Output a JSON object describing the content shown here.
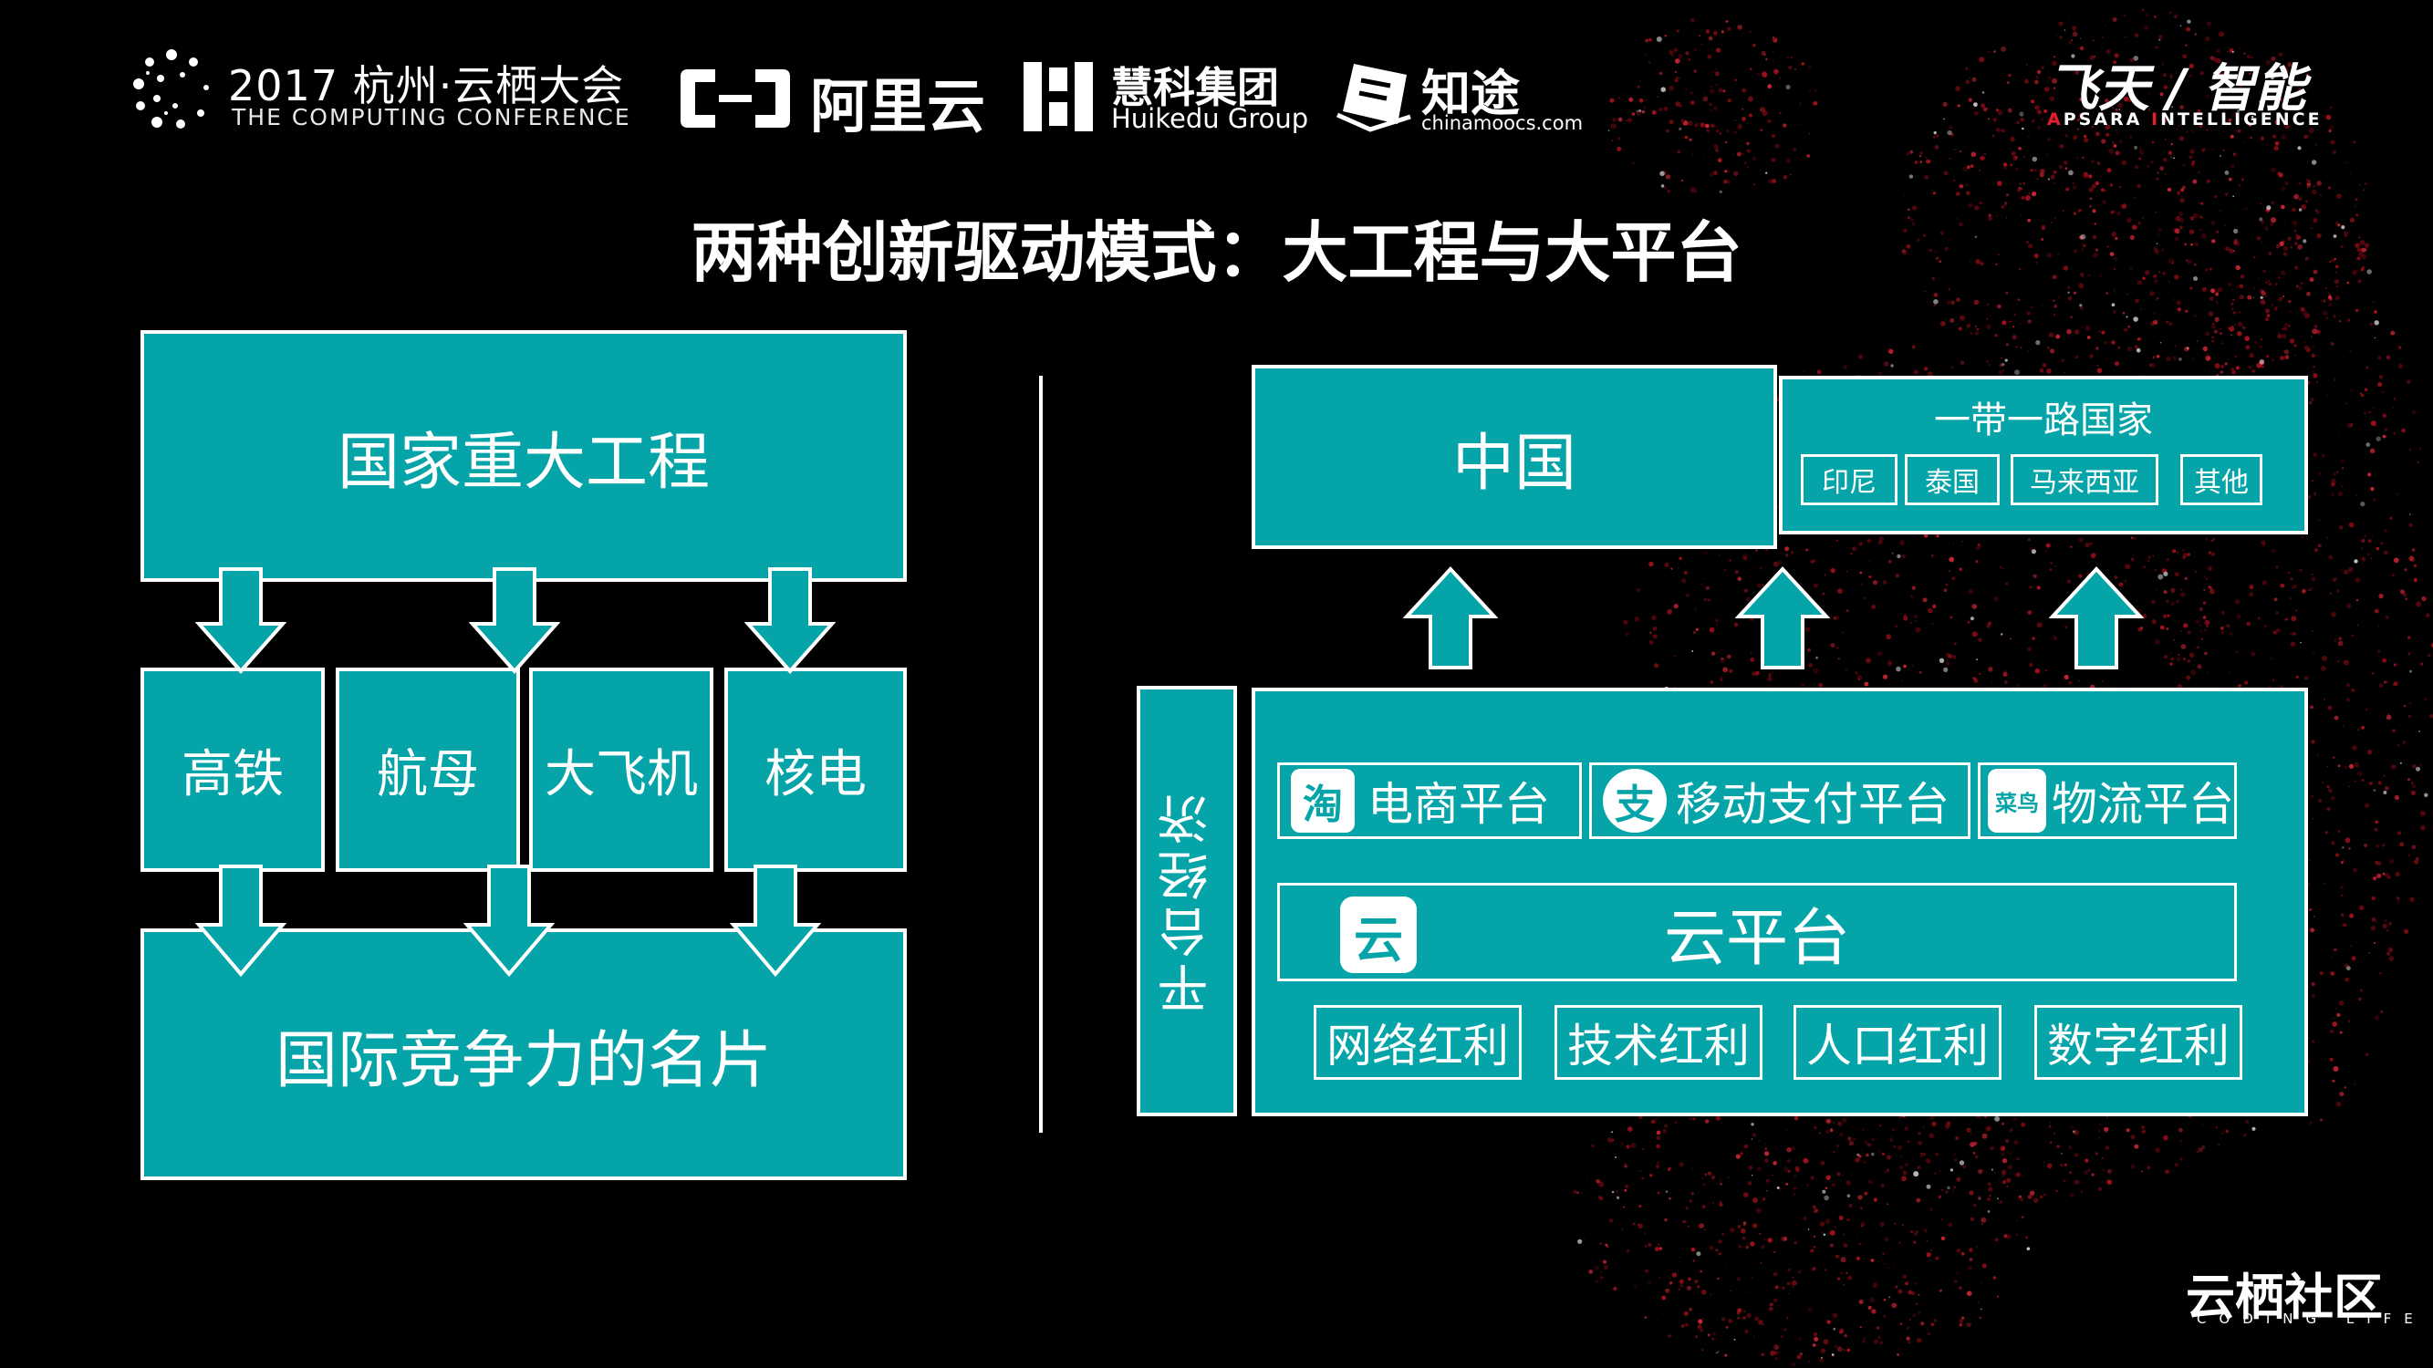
{
  "header": {
    "conference_title": "2017 杭州·云栖大会",
    "conference_subtitle": "THE COMPUTING CONFERENCE",
    "aliyun": "阿里云",
    "huikedu_cn": "慧科集团",
    "huikedu_en": "Huikedu Group",
    "zhitu_cn": "知途",
    "zhitu_en": "chinamoocs.com",
    "feitian_cn": "飞天 / 智能",
    "feitian_en_a": "A",
    "feitian_en_b": "PSARA ",
    "feitian_en_c": "I",
    "feitian_en_d": "NTELLIGENCE"
  },
  "title": "两种创新驱动模式：大工程与大平台",
  "left": {
    "top": "国家重大工程",
    "items": [
      "高铁",
      "航母",
      "大飞机",
      "核电"
    ],
    "bottom": "国际竞争力的名片"
  },
  "right": {
    "china": "中国",
    "belt_road": {
      "title": "一带一路国家",
      "countries": [
        "印尼",
        "泰国",
        "马来西亚",
        "其他"
      ]
    },
    "platform_economy": "平台经济",
    "platforms": [
      {
        "icon": "淘",
        "label": "电商平台"
      },
      {
        "icon": "支",
        "label": "移动支付平台"
      },
      {
        "icon": "菜鸟",
        "label": "物流平台"
      }
    ],
    "cloud": {
      "icon": "云",
      "label": "云平台"
    },
    "dividends": [
      "网络红利",
      "技术红利",
      "人口红利",
      "数字红利"
    ]
  },
  "footer": {
    "brand": "云栖社区",
    "sub": "CODING LIFE"
  },
  "colors": {
    "teal": "#05a4a8",
    "border": "#ffffff",
    "background": "#000000",
    "accent_red": "#e02030"
  }
}
